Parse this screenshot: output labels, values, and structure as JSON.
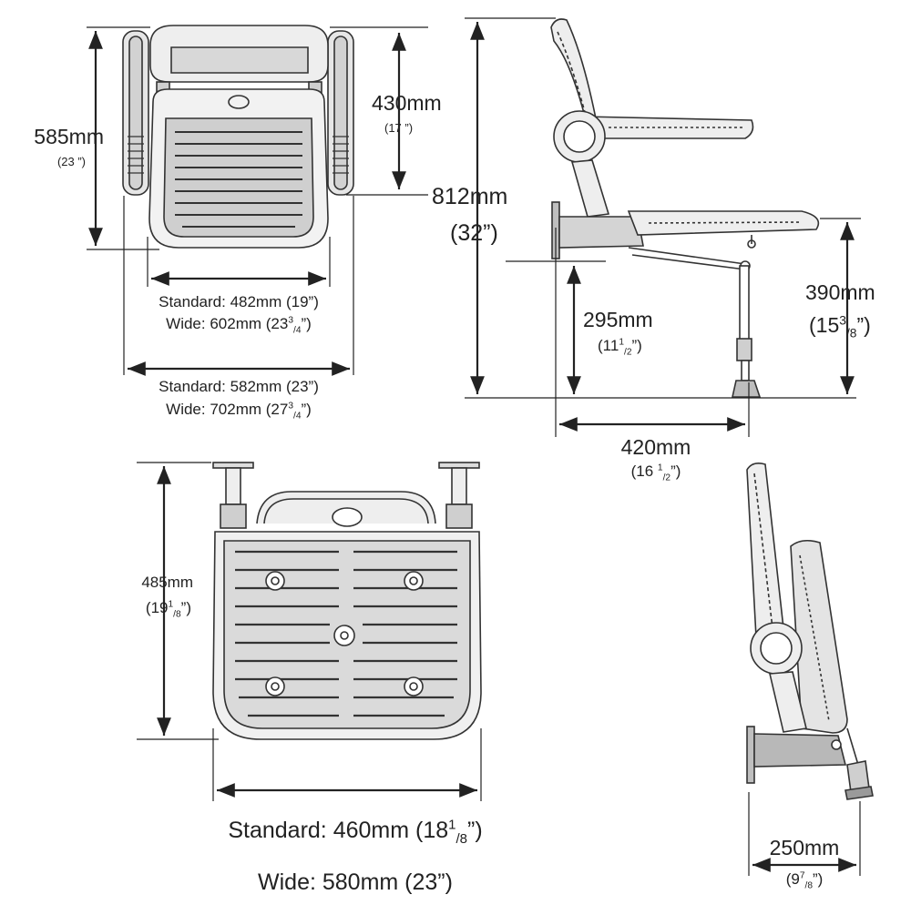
{
  "top_view": {
    "height_mm": "585mm",
    "height_in": "(23 ”)",
    "back_mm": "430mm",
    "back_in": "(17 ”)",
    "seat_width_standard": "Standard: 482mm (19”)",
    "seat_width_wide_a": "Wide: 602mm (23",
    "seat_width_wide_sup": "3",
    "seat_width_wide_sub": "/4",
    "seat_width_wide_b": "”)",
    "overall_width_standard": "Standard: 582mm (23”)",
    "overall_width_wide_a": "Wide: 702mm (27",
    "overall_width_wide_sup": "3",
    "overall_width_wide_sub": "/4",
    "overall_width_wide_b": "”)"
  },
  "side_view": {
    "total_height_mm": "812mm",
    "total_height_in": "(32”)",
    "seat_height_mm": "390mm",
    "seat_height_in_a": "(15",
    "seat_height_in_sup": "3",
    "seat_height_in_sub": "/8",
    "seat_height_in_b": "”)",
    "leg_mm": "295mm",
    "leg_in_a": "(11",
    "leg_in_sup": "1",
    "leg_in_sub": "/2",
    "leg_in_b": "”)",
    "depth_mm": "420mm",
    "depth_in_a": "(16 ",
    "depth_in_sup": "1",
    "depth_in_sub": "/2",
    "depth_in_b": "”)"
  },
  "front_view": {
    "height_mm": "485mm",
    "height_in_a": "(19",
    "height_in_sup": "1",
    "height_in_sub": "/8",
    "height_in_b": "”)",
    "width_standard_a": "Standard: 460mm (18",
    "width_standard_sup": "1",
    "width_standard_sub": "/8",
    "width_standard_b": "”)",
    "width_wide": "Wide: 580mm (23”)"
  },
  "folded_view": {
    "depth_mm": "250mm",
    "depth_in_a": "(9",
    "depth_in_sup": "7",
    "depth_in_sub": "/8",
    "depth_in_b": "”)"
  },
  "colors": {
    "line": "#222222",
    "fill_light": "#f4f4f4",
    "fill_mid": "#d9d9d9",
    "fill_dark": "#9a9a9a"
  }
}
